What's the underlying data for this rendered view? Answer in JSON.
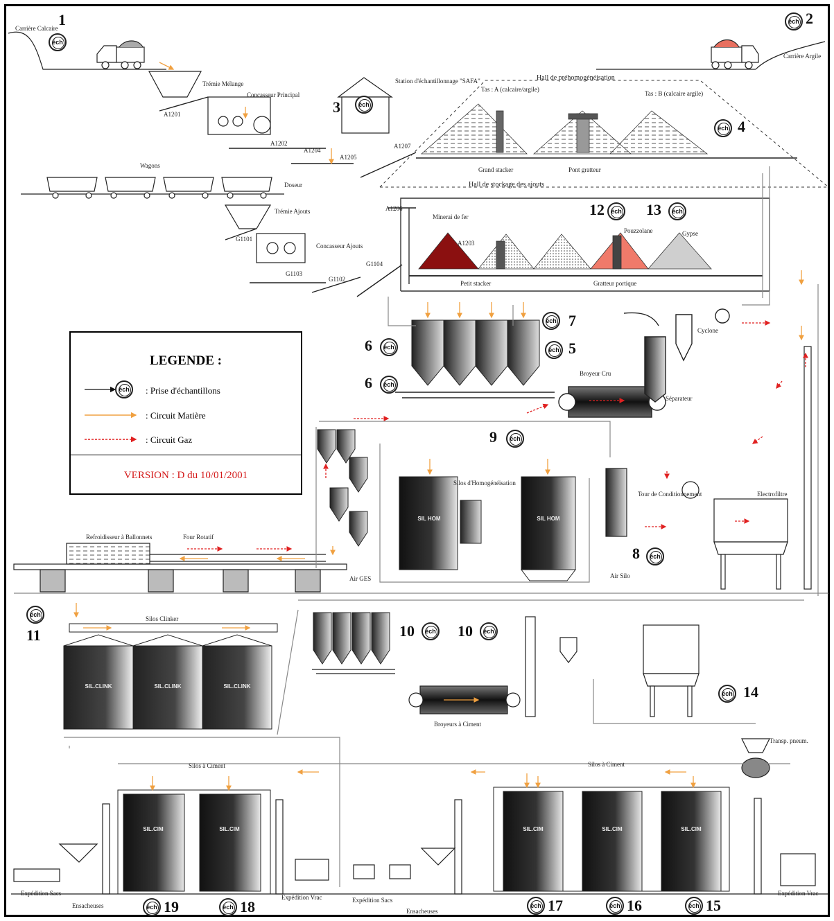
{
  "legend": {
    "title": "LEGENDE :",
    "items": [
      {
        "key": "sampling",
        "symbol": "éch",
        "label": ": Prise d'échantillons"
      },
      {
        "key": "material",
        "label": ": Circuit Matière",
        "color": "#f0a040"
      },
      {
        "key": "gas",
        "label": ": Circuit Gaz",
        "color": "#e02020"
      }
    ],
    "version": "VERSION : D du 10/01/2001"
  },
  "sampling_symbol": "éch",
  "sampling_points": [
    "1",
    "2",
    "3",
    "4",
    "5",
    "6",
    "6",
    "7",
    "8",
    "9",
    "10",
    "10",
    "11",
    "12",
    "13",
    "14",
    "15",
    "16",
    "17",
    "18",
    "19"
  ],
  "labels": {
    "carriere_calcaire": "Carrière Calcaire",
    "carriere_argile": "Carrière Argile",
    "tremie_melange": "Trémie Mélange",
    "concasseur_principal": "Concasseur Principal",
    "station_echantillonnage": "Station d'échantillonnage \"SAFA\"",
    "hall_prehomog": "Hall de préhomogénéisation",
    "tas_a": "Tas : A (calcaire/argile)",
    "tas_b": "Tas : B (calcaire argile)",
    "grand_stacker": "Grand stacker",
    "pont_gratteur": "Pont gratteur",
    "hall_ajouts": "Hall de stockage des ajouts",
    "wagons": "Wagons",
    "trem_ajouts": "Trémie Ajouts",
    "concasseur_ajouts": "Concasseur Ajouts",
    "minerai_fer": "Minerai de fer",
    "gypse_tas": "Gypse",
    "pouzzolane": "Pouzzolane",
    "petit_stacker": "Petit stacker",
    "gratteur_portique": "Gratteur portique",
    "a1201": "A1201",
    "a1202": "A1202",
    "a1203": "A1203",
    "a1204": "A1204",
    "a1205": "A1205",
    "a1206": "A1206",
    "a1207": "A1207",
    "g1101": "G1101",
    "g1102": "G1102",
    "g1103": "G1103",
    "g1104": "G1104",
    "doseur": "Doseur",
    "cyclone": "Cyclone",
    "broyeur_cru": "Broyeur Cru",
    "separateur": "Séparateur",
    "silos_homog": "Silos d'Homogénéisation",
    "electrofiltre": "Electrofiltre",
    "tour_conditionnement": "Tour de Conditionnement",
    "refroidisseur": "Refroidisseur à Ballonnets",
    "four_rotatif": "Four Rotatif",
    "silos_clinker": "Silos Clinker",
    "broyeurs_ciment": "Broyeurs à Ciment",
    "silos_ciment_1": "Silos à Ciment",
    "silos_ciment_2": "Silos à Ciment",
    "ensacheuses": "Ensacheuses",
    "expedition_sacs": "Expédition Sacs",
    "expedition_vrac": "Expédition Vrac",
    "air_silo": "Air Silo",
    "air_ges": "Air GES",
    "transp_pneum": "Transp. pneum."
  },
  "silos": {
    "homog_left": "SIL HOM",
    "homog_right": "SIL HOM",
    "clinker": [
      "SIL.CLINK",
      "SIL.CLINK",
      "SIL.CLINK"
    ],
    "ciment_left": [
      "SIL.CIM",
      "SIL.CIM"
    ],
    "ciment_right": [
      "SIL.CIM",
      "SIL.CIM",
      "SIL.CIM"
    ]
  },
  "colors": {
    "material": "#f0a040",
    "gas": "#e02020",
    "outline": "#1a1a1a",
    "iron_ore": "#8b1010",
    "pouzzolane": "#f07a6a",
    "gypse": "#cfcfcf"
  }
}
